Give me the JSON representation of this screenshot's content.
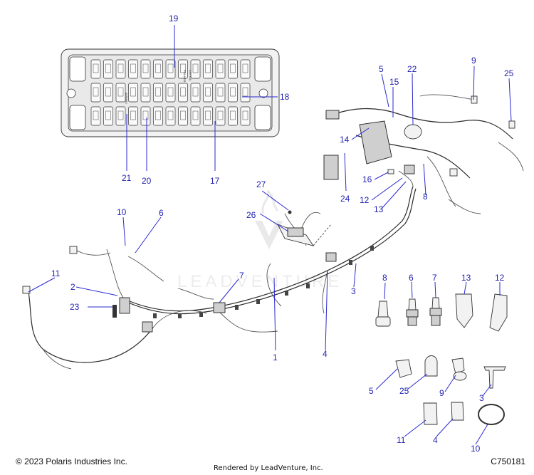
{
  "callouts": {
    "c1": "1",
    "c2": "2",
    "c3": "3",
    "c3b": "3",
    "c4": "4",
    "c4b": "4",
    "c5": "5",
    "c5b": "5",
    "c6": "6",
    "c6b": "6",
    "c7": "7",
    "c7b": "7",
    "c8": "8",
    "c8b": "8",
    "c9": "9",
    "c9b": "9",
    "c10": "10",
    "c10b": "10",
    "c11": "11",
    "c11b": "11",
    "c12": "12",
    "c12b": "12",
    "c13": "13",
    "c13b": "13",
    "c14": "14",
    "c15": "15",
    "c16": "16",
    "c17": "17",
    "c18": "18",
    "c19": "19",
    "c20": "20",
    "c21": "21",
    "c22": "22",
    "c23": "23",
    "c24": "24",
    "c25": "25",
    "c25b": "25",
    "c26": "26",
    "c27": "27"
  },
  "fuse_labels": {
    "polaris": "POLARIS",
    "rating": "12V 30A",
    "part_no": "4080663"
  },
  "watermark": "LEADVENTURE",
  "footer": {
    "copyright": "© 2023 Polaris Industries Inc.",
    "rendered_by": "Rendered by LeadVenture, Inc.",
    "diagram_code": "C750181"
  },
  "colors": {
    "callout": "#1f1fb0",
    "leader": "#2a2ad0",
    "line_art": "#2b2b2b"
  }
}
